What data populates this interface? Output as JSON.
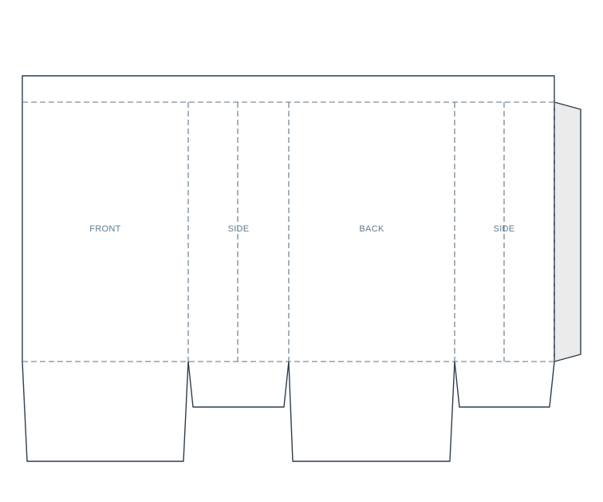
{
  "panels": [
    {
      "id": "front",
      "label": "FRONT"
    },
    {
      "id": "side-left",
      "label": "SIDE"
    },
    {
      "id": "back",
      "label": "BACK"
    },
    {
      "id": "side-right",
      "label": "SIDE"
    }
  ],
  "colors": {
    "cut_line": "#2d3e4e",
    "fold_line": "#5f7383",
    "glue_tab_fill": "#ebebeb",
    "label_text": "#5f7a8f",
    "background": "#ffffff"
  }
}
